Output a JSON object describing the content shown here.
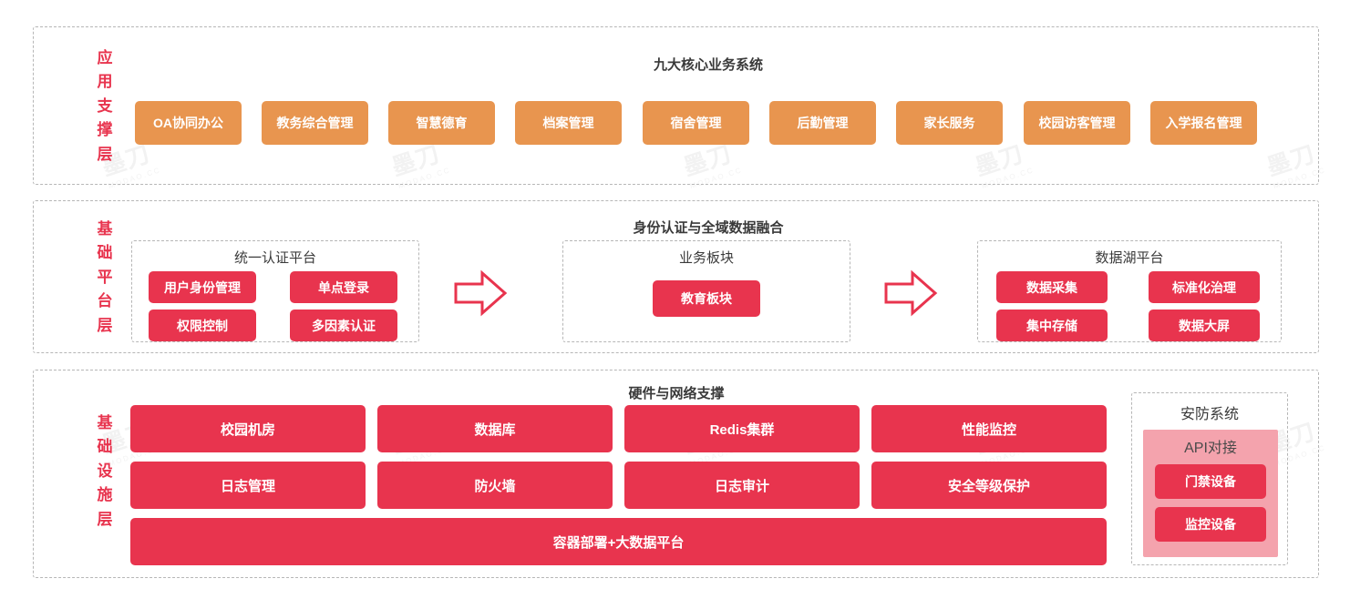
{
  "diagram": {
    "title_colors": {
      "accent_red": "#e8344e",
      "accent_orange": "#e8954f",
      "pink": "#f4a3ad",
      "border_gray": "#b6b6b6",
      "text_dark": "#3a3a3a"
    },
    "watermark_text": "墨刀",
    "watermark_sub": "MODAO.CC"
  },
  "layers": [
    {
      "id": "application-support",
      "label_chars": [
        "应",
        "用",
        "支",
        "撑",
        "层"
      ],
      "title": "九大核心业务系统",
      "tiles": [
        "OA协同办公",
        "教务综合管理",
        "智慧德育",
        "档案管理",
        "宿舍管理",
        "后勤管理",
        "家长服务",
        "校园访客管理",
        "入学报名管理"
      ]
    },
    {
      "id": "base-platform",
      "label_chars": [
        "基",
        "础",
        "平",
        "台",
        "层"
      ],
      "title": "身份认证与全域数据融合",
      "groups": [
        {
          "id": "unified-auth-platform",
          "title": "统一认证平台",
          "tiles": [
            "用户身份管理",
            "单点登录",
            "权限控制",
            "多因素认证"
          ]
        },
        {
          "id": "business-segment",
          "title": "业务板块",
          "tiles": [
            "教育板块"
          ]
        },
        {
          "id": "data-lake-platform",
          "title": "数据湖平台",
          "tiles": [
            "数据采集",
            "标准化治理",
            "集中存储",
            "数据大屏"
          ]
        }
      ],
      "arrows": 2
    },
    {
      "id": "infrastructure",
      "label_chars": [
        "基",
        "础",
        "设",
        "施",
        "层"
      ],
      "title": "硬件与网络支撑",
      "row1": [
        "校园机房",
        "数据库",
        "Redis集群",
        "性能监控"
      ],
      "row2": [
        "日志管理",
        "防火墙",
        "日志审计",
        "安全等级保护"
      ],
      "wide_tile": "容器部署+大数据平台",
      "security": {
        "id": "security-system",
        "title": "安防系统",
        "api_title": "API对接",
        "tiles": [
          "门禁设备",
          "监控设备"
        ]
      }
    }
  ]
}
